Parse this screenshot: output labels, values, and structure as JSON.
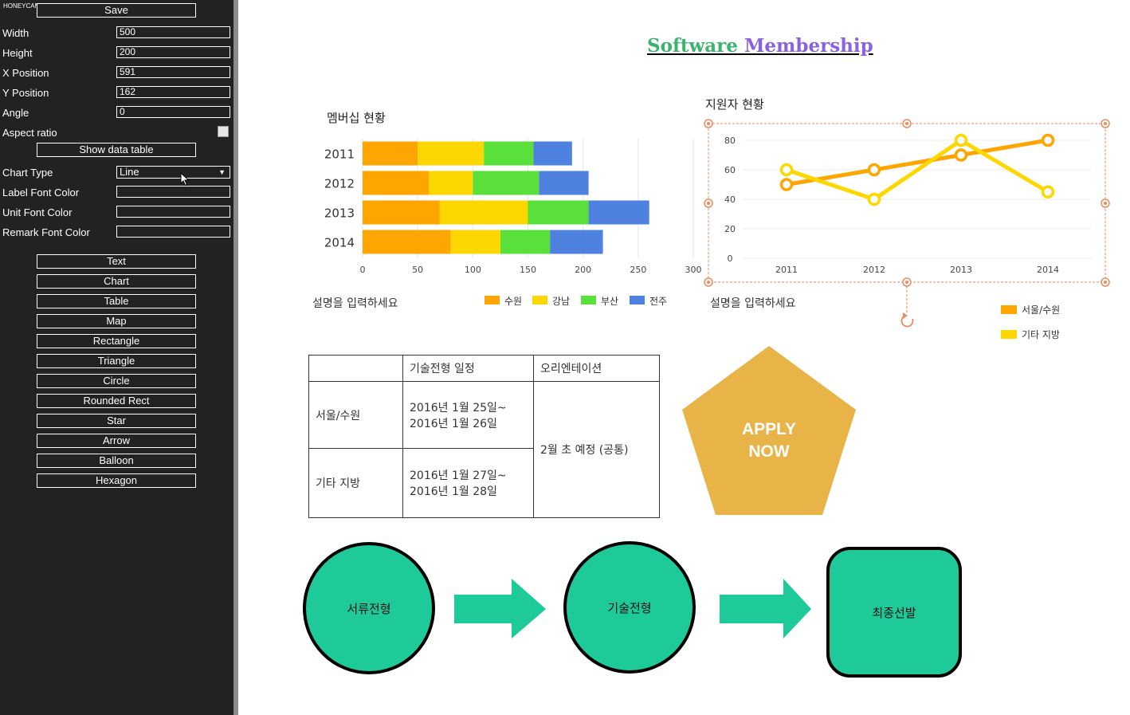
{
  "watermark": "HONEYCAM",
  "sidebar": {
    "save_label": "Save",
    "fields": [
      {
        "label": "Width",
        "value": "500"
      },
      {
        "label": "Height",
        "value": "200"
      },
      {
        "label": "X Position",
        "value": "591"
      },
      {
        "label": "Y Position",
        "value": "162"
      },
      {
        "label": "Angle",
        "value": "0"
      }
    ],
    "aspect_ratio_label": "Aspect ratio",
    "show_table_label": "Show data table",
    "chart_type_label": "Chart Type",
    "chart_type_value": "Line",
    "label_font_color_label": "Label Font Color",
    "unit_font_color_label": "Unit Font Color",
    "remark_font_color_label": "Remark Font Color",
    "tools": [
      "Text",
      "Chart",
      "Table",
      "Map",
      "Rectangle",
      "Triangle",
      "Circle",
      "Rounded Rect",
      "Star",
      "Arrow",
      "Balloon",
      "Hexagon"
    ]
  },
  "page": {
    "title_word1": "Software",
    "title_word2": "Membership",
    "title_word1_color": "#3cb371",
    "title_word2_color": "#8a62e0"
  },
  "chart_data": [
    {
      "type": "bar",
      "orientation": "horizontal",
      "stacked": true,
      "title": "멤버십 현황",
      "categories": [
        "2011",
        "2012",
        "2013",
        "2014"
      ],
      "series": [
        {
          "name": "수원",
          "color": "#ffa500",
          "values": [
            50,
            60,
            70,
            80
          ]
        },
        {
          "name": "강남",
          "color": "#ffd700",
          "values": [
            60,
            40,
            80,
            45
          ]
        },
        {
          "name": "부산",
          "color": "#5ae03a",
          "values": [
            45,
            60,
            55,
            45
          ]
        },
        {
          "name": "전주",
          "color": "#4f81e0",
          "values": [
            35,
            45,
            55,
            48
          ]
        }
      ],
      "xticks": [
        "0",
        "50",
        "100",
        "150",
        "200",
        "250",
        "300"
      ],
      "xlim": [
        0,
        300
      ],
      "remark": "설명을 입력하세요",
      "legend_position": "bottom-right"
    },
    {
      "type": "line",
      "title": "지원자 현황",
      "categories": [
        "2011",
        "2012",
        "2013",
        "2014"
      ],
      "series": [
        {
          "name": "서울/수원",
          "color": "#ffa500",
          "values": [
            50,
            60,
            70,
            80
          ]
        },
        {
          "name": "기타 지방",
          "color": "#ffd700",
          "values": [
            60,
            40,
            80,
            45
          ]
        }
      ],
      "yticks": [
        "0",
        "20",
        "40",
        "60",
        "80"
      ],
      "ylim": [
        0,
        80
      ],
      "remark": "설명을 입력하세요",
      "legend_position": "bottom-right",
      "selected": true
    }
  ],
  "schedule": {
    "header": [
      "",
      "기술전형 일정",
      "오리엔테이션"
    ],
    "rows": [
      {
        "region": "서울/수원",
        "line1": "2016년 1월 25일~",
        "line2": "2016년 1월 26일"
      },
      {
        "region": "기타 지방",
        "line1": "2016년 1월 27일~",
        "line2": "2016년 1월 28일"
      }
    ],
    "orientation": "2월 초 예정 (공통)"
  },
  "star": {
    "line1": "APPLY",
    "line2": "NOW",
    "color": "#e8b347"
  },
  "flow": {
    "step1": "서류전형",
    "step2": "기술전형",
    "step3": "최종선발",
    "color": "#1ec99a"
  }
}
